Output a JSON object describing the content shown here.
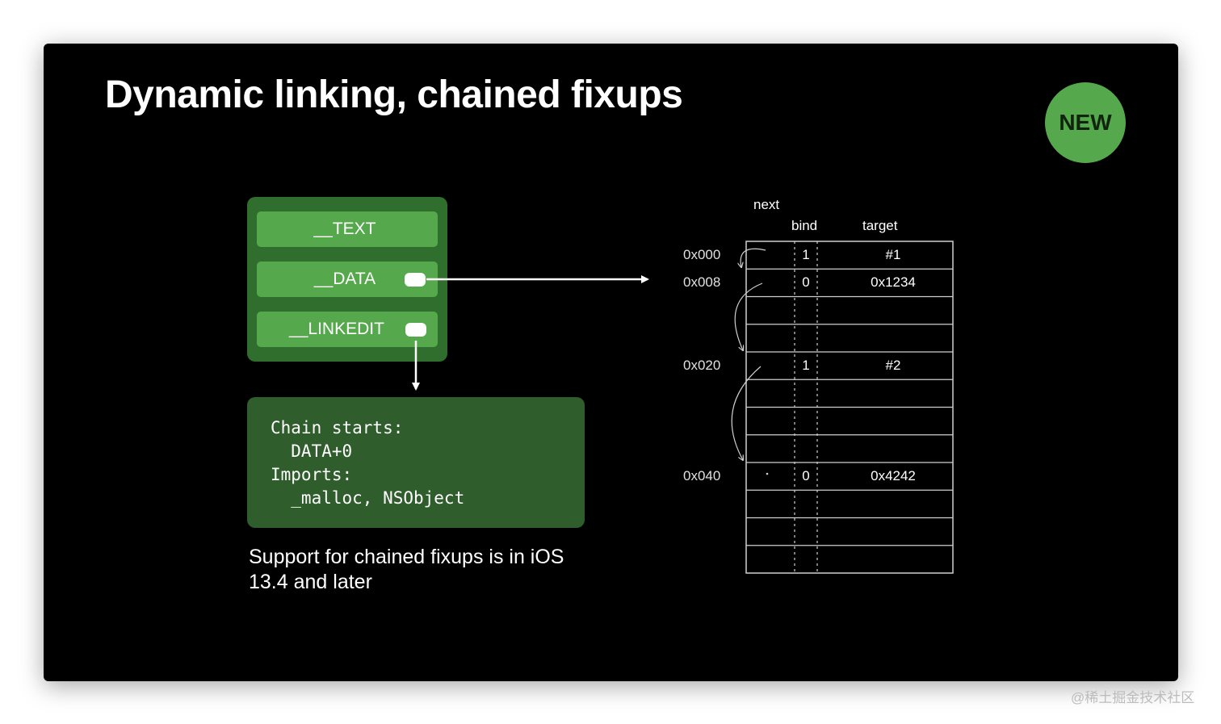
{
  "slide": {
    "title": "Dynamic linking, chained fixups",
    "badge": "NEW",
    "segments": [
      "__TEXT",
      "__DATA",
      "__LINKEDIT"
    ],
    "info_box": {
      "lines": [
        "Chain starts:",
        "  DATA+0",
        "Imports:",
        "  _malloc, NSObject"
      ]
    },
    "support_note": "Support for chained fixups is in iOS 13.4 and later"
  },
  "fixup_table": {
    "columns": {
      "next": "next",
      "bind": "bind",
      "target": "target"
    },
    "rows": [
      {
        "addr": "0x000",
        "bind": "1",
        "target": "#1"
      },
      {
        "addr": "0x008",
        "bind": "0",
        "target": "0x1234"
      },
      {
        "addr": "",
        "bind": "",
        "target": ""
      },
      {
        "addr": "",
        "bind": "",
        "target": ""
      },
      {
        "addr": "0x020",
        "bind": "1",
        "target": "#2"
      },
      {
        "addr": "",
        "bind": "",
        "target": ""
      },
      {
        "addr": "",
        "bind": "",
        "target": ""
      },
      {
        "addr": "",
        "bind": "",
        "target": ""
      },
      {
        "addr": "0x040",
        "bind": "0",
        "target": "0x4242"
      },
      {
        "addr": "",
        "bind": "",
        "target": ""
      },
      {
        "addr": "",
        "bind": "",
        "target": ""
      },
      {
        "addr": "",
        "bind": "",
        "target": ""
      }
    ]
  },
  "colors": {
    "background": "#000000",
    "segment_container": "#2f6e2c",
    "segment": "#55a84c",
    "info_box": "#2f5e2c",
    "badge": "#55a84c"
  },
  "watermark": "@稀土掘金技术社区"
}
